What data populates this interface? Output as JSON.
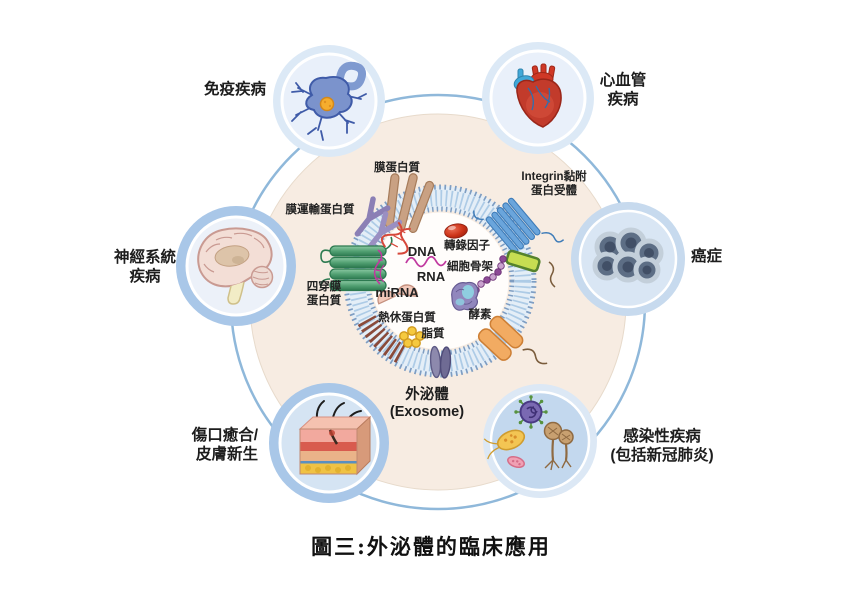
{
  "figure": {
    "caption": "圖三:外泌體的臨床應用"
  },
  "exosome": {
    "title": "外泌體",
    "title_en": "(Exosome)",
    "components": {
      "membrane_protein": "膜蛋白質",
      "membrane_transport_protein": "膜運輸蛋白質",
      "integrin_line1": "Integrin黏附",
      "integrin_line2": "蛋白受體",
      "tetraspanin_line1": "四穿膜",
      "tetraspanin_line2": "蛋白質",
      "dna": "DNA",
      "rna": "RNA",
      "mirna": "miRNA",
      "transcription_factor": "轉錄因子",
      "cytoskeleton": "細胞骨架",
      "enzyme": "酵素",
      "heat_shock_protein": "熱休蛋白質",
      "lipid": "脂質"
    }
  },
  "applications": [
    {
      "id": "immune",
      "label": "免疫疾病",
      "icon": "immune-cell-icon"
    },
    {
      "id": "cardiovascular",
      "label_line1": "心血管",
      "label_line2": "疾病",
      "icon": "heart-icon"
    },
    {
      "id": "cancer",
      "label": "癌症",
      "icon": "tumor-cells-icon"
    },
    {
      "id": "infectious",
      "label_line1": "感染性疾病",
      "label_line2": "(包括新冠肺炎)",
      "icon": "pathogens-icon"
    },
    {
      "id": "wound-healing",
      "label_line1": "傷口癒合/",
      "label_line2": "皮膚新生",
      "icon": "skin-section-icon"
    },
    {
      "id": "neurological",
      "label_line1": "神經系統",
      "label_line2": "疾病",
      "icon": "brain-icon"
    }
  ],
  "palette": {
    "background": "#ffffff",
    "inner_disc_beige": "#f7ece2",
    "orbit_ring_blue": "#8fb8da",
    "membrane_band": "#e4eef7",
    "membrane_tick": "#adcbe6",
    "membrane_dot": "#7e9dc2",
    "satellite_light_fill": "#dce9f6",
    "satellite_medium_fill": "#c7daee",
    "satellite_dark_ring": "#a9c7e8",
    "text": "#1d1d1d"
  }
}
